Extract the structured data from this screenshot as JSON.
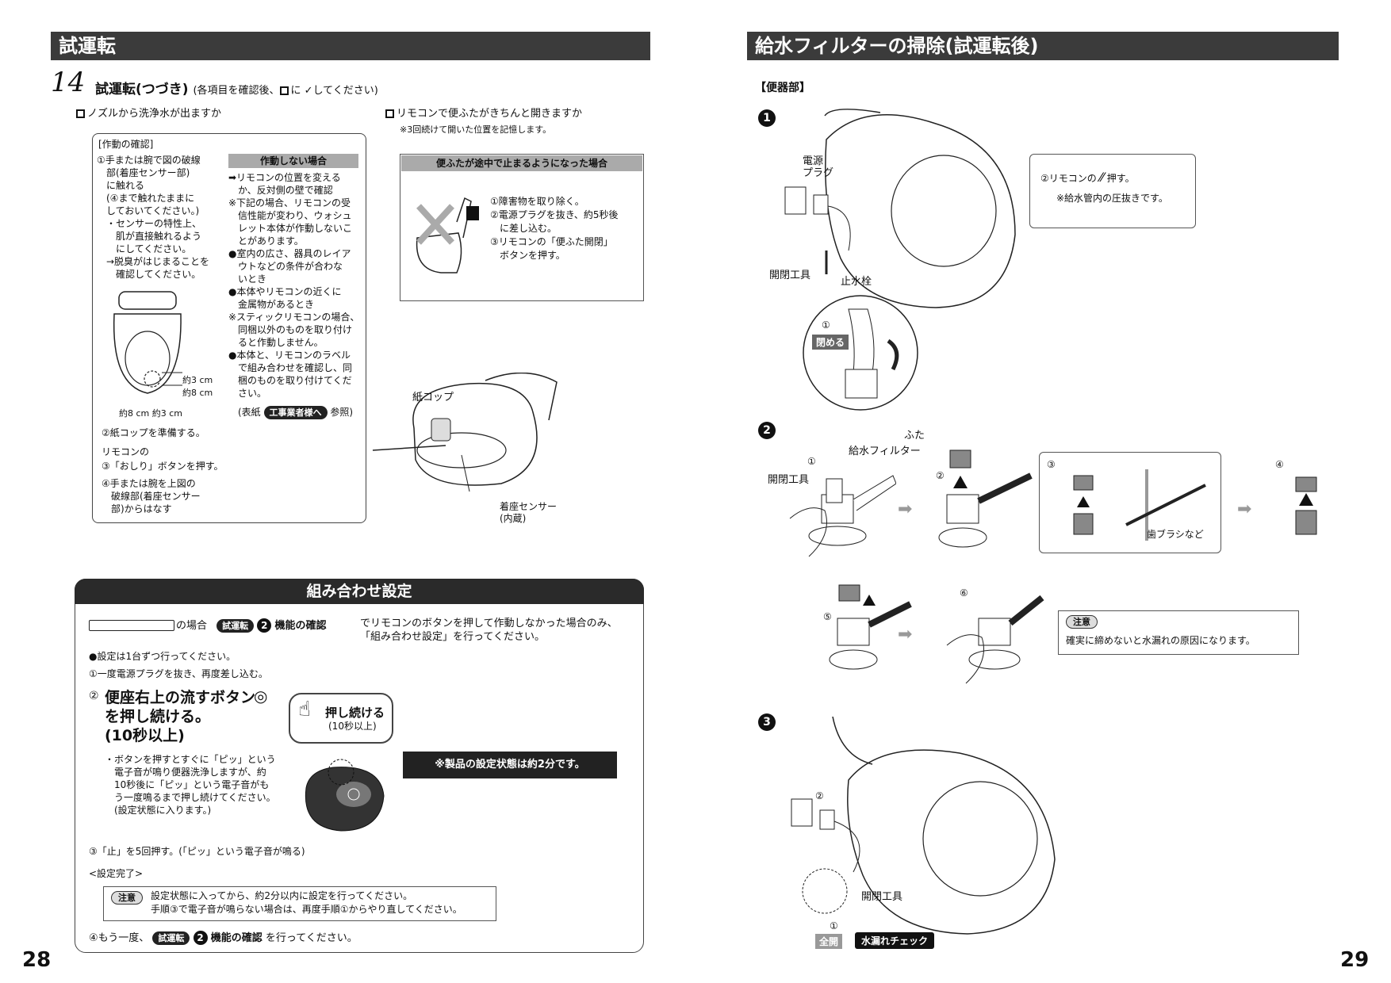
{
  "left_header": "試運転",
  "step14": {
    "number": "14",
    "title": "試運転(つづき)",
    "note_prefix": "(各項目を確認後、",
    "note_suffix": "に ✓してください)"
  },
  "check_nozzle": "ノズルから洗浄水が出ますか",
  "check_remote": "リモコンで便ふたがきちんと開きますか",
  "remote_note": "※3回続けて開いた位置を記憶します。",
  "op_box": {
    "title": "[作動の確認]",
    "col1": "①手または腕で図の破線\n　部(着座センサー部)\n　に触れる\n　(④まで触れたままに\n　しておいてください。)\n　・センサーの特性上、\n　　肌が直接触れるよう\n　　にしてください。\n　→脱臭がはじまることを\n　　確認してください。",
    "not_working_label": "作動しない場合",
    "col2": "➡リモコンの位置を変える\n　か、反対側の壁で確認\n※下記の場合、リモコンの受\n　信性能が変わり、ウォシュ\n　レット本体が作動しないこ\n　とがあります。\n●室内の広さ、器具のレイア\n　ウトなどの条件が合わな\n　いとき\n●本体やリモコンの近くに\n　金属物があるとき\n※スティックリモコンの場合、\n　同梱以外のものを取り付け\n　ると作動しません。\n●本体と、リモコンのラベル\n　で組み合わせを確認し、同\n　梱のものを取り付けてくだ\n　さい。",
    "ref_prefix": "(表紙",
    "ref_pill": "工事業者様へ",
    "ref_suffix": "参照)",
    "dim_3cm_a": "約3 cm",
    "dim_8cm_a": "約8 cm",
    "dim_bottom": "約8 cm 約3 cm",
    "step2": "②紙コップを準備する。",
    "remote_label": "リモコンの",
    "step3": "③「おしり」ボタンを押す。",
    "step4": "④手または腕を上図の\n　破線部(着座センサー\n　部)からはなす"
  },
  "paper_cup": "紙コップ",
  "seat_sensor": "着座センサー\n(内蔵)",
  "lid_box": {
    "title": "便ふたが途中で止まるようになった場合",
    "items": "①障害物を取り除く。\n②電源プラグを抜き、約5秒後\n　に差し込む。\n③リモコンの「便ふた開閉」\n　ボタンを押す。"
  },
  "combo": {
    "title": "組み合わせ設定",
    "case_text": "の場合",
    "trial_pill": "試運転",
    "func_check": "機能の確認",
    "desc": "でリモコンのボタンを押して作動しなかった場合のみ、\n「組み合わせ設定」を行ってください。",
    "bullet1": "●設定は1台ずつ行ってください。",
    "step1": "①一度電源プラグを抜き、再度差し込む。",
    "step2_main": "便座右上の流すボタン\nを押し続ける。\n(10秒以上)",
    "press_hold": "押し続ける",
    "press_hold_sub": "(10秒以上)",
    "step2_note": "・ボタンを押すとすぐに「ピッ」という\n　電子音が鳴り便器洗浄しますが、約\n　10秒後に「ピッ」という電子音がも\n　う一度鳴るまで押し続けてください。\n　(設定状態に入ります。)",
    "status_note": "※製品の設定状態は約2分です。",
    "step3": "③「止」を5回押す。(「ピッ」という電子音が鳴る)",
    "complete": "<設定完了>",
    "caution_label": "注意",
    "caution_text": "設定状態に入ってから、約2分以内に設定を行ってください。\n手順③で電子音が鳴らない場合は、再度手順①からやり直してください。",
    "step4_prefix": "④もう一度、",
    "step4_suffix": "を行ってください。"
  },
  "page_left": "28",
  "right_header": "給水フィルターの掃除(試運転後)",
  "bowl_section": "【便器部】",
  "s1": {
    "num": "1",
    "power_plug": "電源\nプラグ",
    "open_tool": "開閉工具",
    "stop_valve": "止水栓",
    "close_label": "閉める",
    "remote_step_prefix": "②リモコンの",
    "remote_step_suffix": "押す。",
    "remote_note": "※給水管内の圧抜きです。"
  },
  "s2": {
    "num": "2",
    "lid": "ふた",
    "filter": "給水フィルター",
    "open_tool": "開閉工具",
    "toothbrush": "歯ブラシなど",
    "caution_label": "注意",
    "caution_text": "確実に締めないと水漏れの原因になります。"
  },
  "s3": {
    "num": "3",
    "open_tool": "開閉工具",
    "full_open": "全開",
    "leak_check": "水漏れチェック"
  },
  "page_right": "29"
}
